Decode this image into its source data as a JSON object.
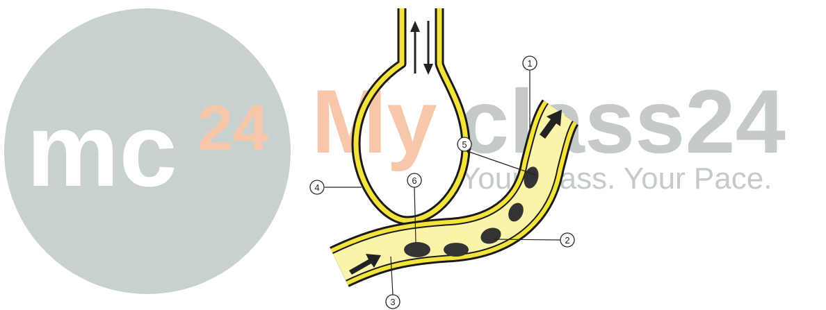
{
  "watermark": {
    "circle_text": "mc",
    "circle_superscript": "24",
    "brand_my": "My",
    "brand_rest": "class24",
    "tagline": "Your Class. Your Pace.",
    "colors": {
      "circle": "#c9d1d0",
      "circle_text": "#ffffff",
      "orange": "#f6c7a8",
      "gray": "#c4cac9"
    }
  },
  "diagram": {
    "colors": {
      "outline": "#1a1a1a",
      "wall_yellow": "#f3e33a",
      "blood": "#faf3a8",
      "cells": "#333333",
      "arrows": "#222222"
    },
    "labels": [
      "1",
      "2",
      "3",
      "4",
      "5",
      "6"
    ]
  }
}
